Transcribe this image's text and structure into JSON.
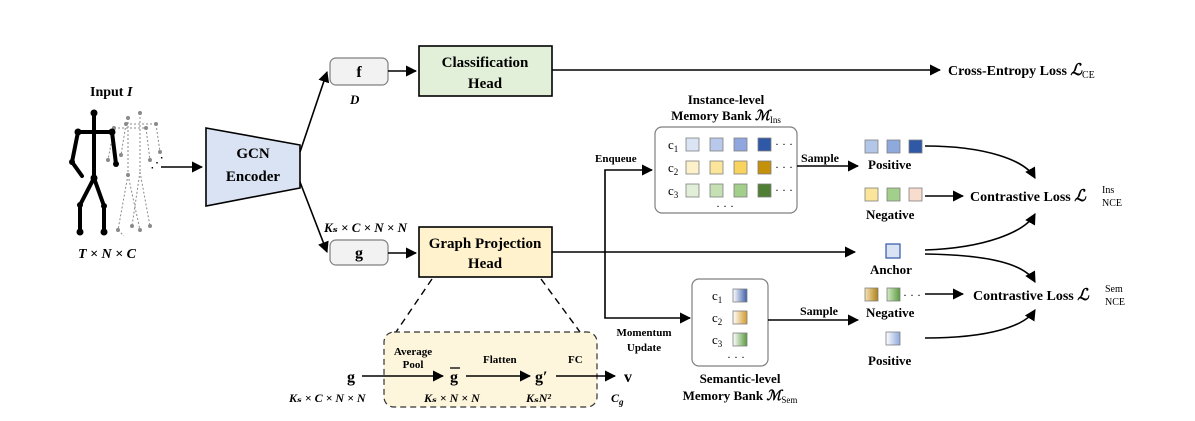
{
  "input": {
    "title_prefix": "Input ",
    "title_var": "I",
    "shape_label": "T × N × C",
    "dots": "⋰"
  },
  "encoder": {
    "label_line1": "GCN",
    "label_line2": "Encoder"
  },
  "f_branch": {
    "box": "f",
    "dim": "D"
  },
  "g_branch": {
    "box": "g",
    "dim": "Kₛ × C × N × N"
  },
  "classification_head": {
    "line1": "Classification",
    "line2": "Head"
  },
  "ce_loss": {
    "text": "Cross-Entropy Loss ",
    "symbol": "ℒ",
    "sub": "CE"
  },
  "projection_head": {
    "line1": "Graph Projection",
    "line2": "Head"
  },
  "enqueue": "Enqueue",
  "momentum_update": {
    "line1": "Momentum",
    "line2": "Update"
  },
  "instance_bank": {
    "title_line1": "Instance-level",
    "title_line2": "Memory Bank ",
    "symbol": "ℳ",
    "sub": "Ins",
    "rows": [
      {
        "label": "c",
        "idx": "1",
        "colors": [
          "#dbe4f4",
          "#b9c9ec",
          "#8fa7de",
          "#2f58a6"
        ]
      },
      {
        "label": "c",
        "idx": "2",
        "colors": [
          "#fdf1c9",
          "#fbe59a",
          "#f8d35e",
          "#c5900a"
        ]
      },
      {
        "label": "c",
        "idx": "3",
        "colors": [
          "#e2efd8",
          "#c5e0b3",
          "#a2cf8a",
          "#4f7f32"
        ]
      }
    ],
    "ellipsis": "· · ·",
    "vdots": "· · ·"
  },
  "semantic_bank": {
    "title_line1": "Semantic-level",
    "title_line2": "Memory Bank ",
    "symbol": "ℳ",
    "sub": "Sem",
    "rows": [
      {
        "label": "c",
        "idx": "1",
        "colors": [
          "#ffffff",
          "#3f5faa"
        ]
      },
      {
        "label": "c",
        "idx": "2",
        "colors": [
          "#ffffff",
          "#d39a2a"
        ]
      },
      {
        "label": "c",
        "idx": "3",
        "colors": [
          "#ffffff",
          "#5a9a3e"
        ]
      }
    ],
    "vdots": "· · ·"
  },
  "sample_top": "Sample",
  "sample_bottom": "Sample",
  "positive_top": {
    "label": "Positive",
    "colors": [
      "#b4c6e7",
      "#8ea9db",
      "#2f58a6"
    ]
  },
  "negative_top": {
    "label": "Negative",
    "colors": [
      "#fbe59a",
      "#a2cf8a",
      "#f8dccd"
    ]
  },
  "anchor": {
    "label": "Anchor",
    "color": "#dae3f3"
  },
  "negative_bottom": {
    "label": "Negative",
    "ellipsis": "· · ·",
    "grads": [
      [
        "#f6e3b4",
        "#b08018"
      ],
      [
        "#d6ebc8",
        "#5a9a3e"
      ]
    ]
  },
  "positive_bottom": {
    "label": "Positive",
    "grad": [
      "#ffffff",
      "#8ea9db"
    ]
  },
  "contrastive_ins": {
    "text": "Contrastive Loss ",
    "symbol": "ℒ",
    "sup": "Ins",
    "sub": "NCE"
  },
  "contrastive_sem": {
    "text": "Contrastive Loss ",
    "symbol": "ℒ",
    "sup": "Sem",
    "sub": "NCE"
  },
  "detail": {
    "g_in": "g",
    "g_in_dim": "Kₛ × C × N × N",
    "avg_pool_line1": "Average",
    "avg_pool_line2": "Pool",
    "g_bar": "g",
    "g_bar_dim": "Kₛ × N × N",
    "flatten": "Flatten",
    "g_prime": "g′",
    "g_prime_dim": "KₛN²",
    "fc": "FC",
    "v": "v",
    "v_dim": "C",
    "v_dim_sub": "g"
  }
}
